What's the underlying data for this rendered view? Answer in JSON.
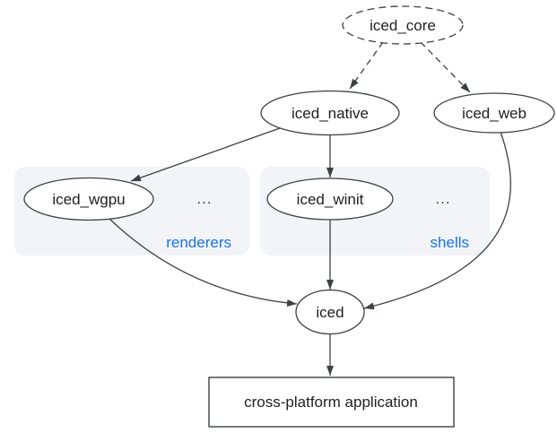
{
  "nodes": {
    "iced_core": "iced_core",
    "iced_native": "iced_native",
    "iced_web": "iced_web",
    "iced_wgpu": "iced_wgpu",
    "iced_winit": "iced_winit",
    "iced": "iced",
    "app": "cross-platform application"
  },
  "groups": {
    "renderers": {
      "label": "renderers",
      "ellipsis": "..."
    },
    "shells": {
      "label": "shells",
      "ellipsis": "..."
    }
  },
  "colors": {
    "background": "#ffffff",
    "node_stroke": "#3c4043",
    "node_fill": "#ffffff",
    "edge": "#3c4043",
    "text": "#202124",
    "group_fill": "#f2f4f8",
    "group_label": "#1a73e8"
  }
}
